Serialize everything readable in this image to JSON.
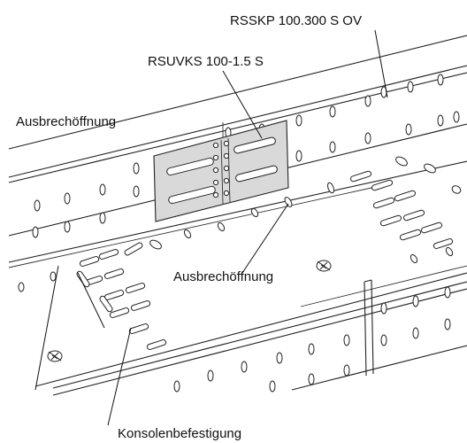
{
  "labels": {
    "cable_tray": "RSSKP 100.300 S OV",
    "connector": "RSUVKS 100-1.5 S",
    "knockout_top": "Ausbrechöffnung",
    "knockout_center": "Ausbrechöffnung",
    "bracket_mount": "Konsolenbefestigung"
  },
  "colors": {
    "line": "#222222",
    "connector_plate": "#d9d9d9",
    "background": "#ffffff"
  },
  "icons": [
    "earth-ground-icon",
    "earth-ground-icon"
  ]
}
